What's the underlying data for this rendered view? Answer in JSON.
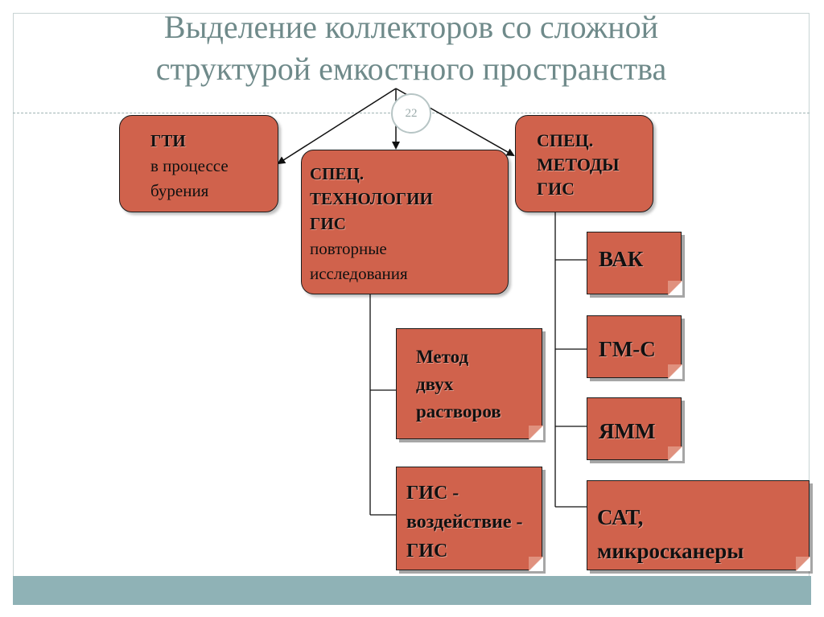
{
  "slide": {
    "title_line1": "Выделение коллекторов со сложной",
    "title_line2": "структурой емкостного пространства",
    "page_number": "22"
  },
  "boxes": {
    "gti": {
      "bold": "ГТИ",
      "line2": "в процессе",
      "line3": "бурения"
    },
    "spec_tech": {
      "bold1": "СПЕЦ.",
      "bold2": "ТЕХНОЛОГИИ",
      "bold3": "ГИС",
      "line4": "повторные",
      "line5": "исследования"
    },
    "spec_methods": {
      "bold1": "СПЕЦ.",
      "bold2": "МЕТОДЫ",
      "bold3": "ГИС"
    },
    "method_two": {
      "line1": "Метод",
      "line2": "двух",
      "line3": "растворов"
    },
    "gis_impact": {
      "line1": "ГИС -",
      "line2": "воздействие -",
      "line3": "ГИС"
    },
    "vak": "ВАК",
    "gm_s": "ГМ-С",
    "yamm": "ЯММ",
    "sat": {
      "line1": "САТ,",
      "line2": "микросканеры"
    }
  },
  "colors": {
    "box_fill": "#d0624c",
    "title": "#6f8a8a",
    "footer": "#8fb2b6"
  }
}
